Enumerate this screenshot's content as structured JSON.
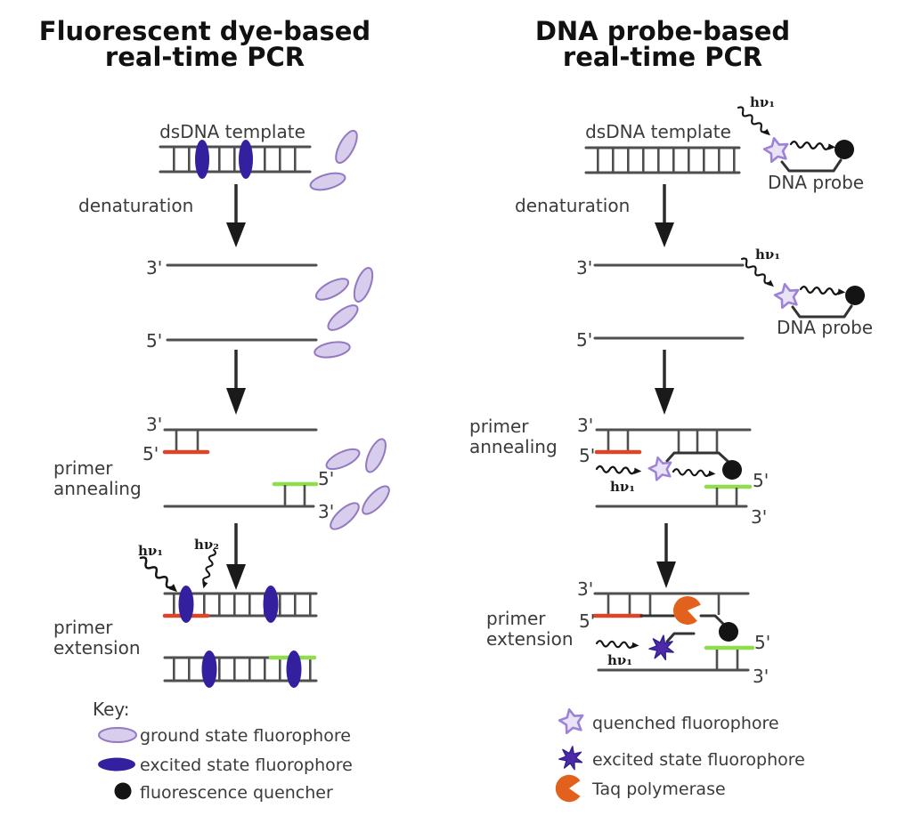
{
  "figure": {
    "left": {
      "title": "Fluorescent dye-based\nreal-time PCR",
      "template_label": "dsDNA template",
      "step_denaturation": "denaturation",
      "step_annealing": "primer\nannealing",
      "step_extension": "primer\nextension",
      "hv1": "hν₁",
      "hv2": "hν₂",
      "key": {
        "title": "Key:",
        "items": [
          {
            "icon": "ground-state-fluorophore",
            "label": "ground state fluorophore"
          },
          {
            "icon": "excited-state-fluorophore",
            "label": "excited state fluorophore"
          },
          {
            "icon": "fluorescence-quencher",
            "label": "fluorescence quencher"
          }
        ]
      }
    },
    "right": {
      "title": "DNA probe-based\nreal-time PCR",
      "template_label": "dsDNA template",
      "probe_label": "DNA probe",
      "step_denaturation": "denaturation",
      "step_annealing": "primer\nannealing",
      "step_extension": "primer\nextension",
      "hv1": "hν₁",
      "key": {
        "items": [
          {
            "icon": "quenched-fluorophore",
            "label": "quenched fluorophore"
          },
          {
            "icon": "excited-state-fluorophore-star",
            "label": "excited state fluorophore"
          },
          {
            "icon": "taq-polymerase",
            "label": "Taq polymerase"
          }
        ]
      }
    },
    "strand_ends": {
      "three_prime": "3'",
      "five_prime": "5'"
    },
    "colors": {
      "ground_state_fluorophore_fill": "#d8cdec",
      "ground_state_fluorophore_stroke": "#9379bf",
      "excited_state_fluorophore": "#33209e",
      "quenched_fluorophore_fill": "#eae3f7",
      "quenched_fluorophore_stroke": "#9c82d8",
      "excited_star": "#4b2ba8",
      "taq_polymerase": "#e2611c",
      "forward_primer_red": "#d9472b",
      "reverse_primer_green": "#90dd4e",
      "quencher_black": "#141414",
      "strand_gray": "#4f4f4f"
    }
  }
}
